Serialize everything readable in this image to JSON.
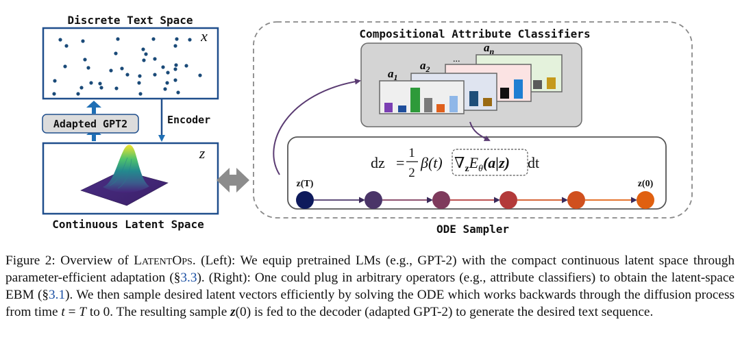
{
  "figure": {
    "left": {
      "text_space_title": "Discrete Text Space",
      "text_space_symbol": "x",
      "adapter_label": "Adapted GPT2",
      "encoder_label": "Encoder",
      "latent_space_symbol": "z",
      "latent_space_title": "Continuous Latent Space"
    },
    "right": {
      "classifiers_title": "Compositional Attribute Classifiers",
      "classifier_labels": [
        "a",
        "1",
        "a",
        "2",
        "...",
        "a",
        "n"
      ],
      "equation": {
        "lhs": "dz",
        "equals": "=",
        "frac_num": "1",
        "frac_den": "2",
        "beta": "β(t)",
        "grad": "∇",
        "grad_sub": "z",
        "energy": "E",
        "energy_sub": "θ",
        "energy_arg": "(a|z)",
        "dt": "dt"
      },
      "start_label": "z(T)",
      "end_label": "z(0)",
      "sampler_title": "ODE Sampler"
    },
    "colors": {
      "box_border": "#1f4e8c",
      "arrow_blue": "#1f6fb5",
      "dots": "#1a4a78",
      "node_colors": [
        "#0e1a5c",
        "#4a3468",
        "#7e3a5c",
        "#b33a3a",
        "#d0501e",
        "#e06010"
      ]
    }
  },
  "caption": {
    "figure_no": "Figure 2:",
    "overview_of": "Overview of",
    "method_name": "LatentOps",
    "left_tag": ". (Left): We equip pretrained LMs (e.g., GPT-2) with the compact continuous",
    "line2_a": "latent space through parameter-efficient adaptation (§",
    "ref1": "3.3",
    "line2_b": ").  (Right):  One could plug in arbitrary operators (e.g.,",
    "line3_a": "attribute classifiers) to obtain the latent-space EBM (§",
    "ref2": "3.1",
    "line3_b": ").  We then sample desired latent vectors efficiently by",
    "line4_a": "solving the ODE which works backwards through the diffusion process from time",
    "line4_t": "t",
    "line4_eq": " = ",
    "line4_T": "T",
    "line4_b": " to 0. The resulting sample",
    "line5_z": "z",
    "line5_zarg": "(0)",
    "line5_b": " is fed to the decoder (adapted GPT-2) to generate the desired text sequence."
  }
}
